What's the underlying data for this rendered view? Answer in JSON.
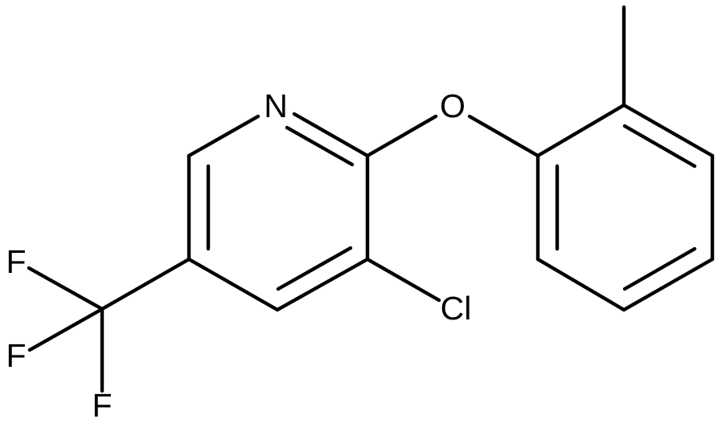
{
  "molecule": {
    "atoms": {
      "nitrogen": "N",
      "oxygen": "O",
      "chlorine": "Cl",
      "fluorine_1": "F",
      "fluorine_2": "F",
      "fluorine_3": "F"
    },
    "colors": {
      "bond": "#000000",
      "label": "#000000",
      "background": "#ffffff"
    }
  }
}
